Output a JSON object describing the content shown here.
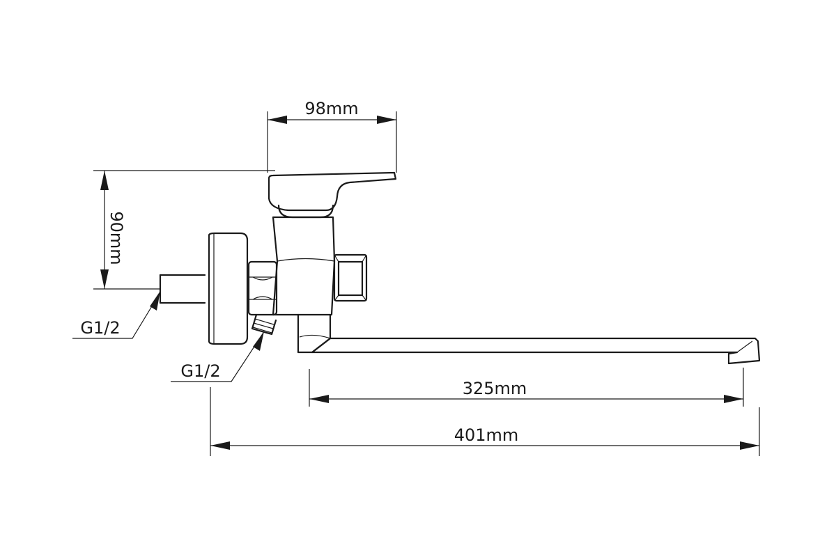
{
  "dimensions": {
    "handle_width": "98mm",
    "height": "90mm",
    "spout_reach": "325mm",
    "total_length": "401mm"
  },
  "threads": {
    "inlet": "G1/2",
    "side_outlet": "G1/2"
  },
  "colors": {
    "line": "#1a1a1a",
    "background": "#ffffff"
  }
}
